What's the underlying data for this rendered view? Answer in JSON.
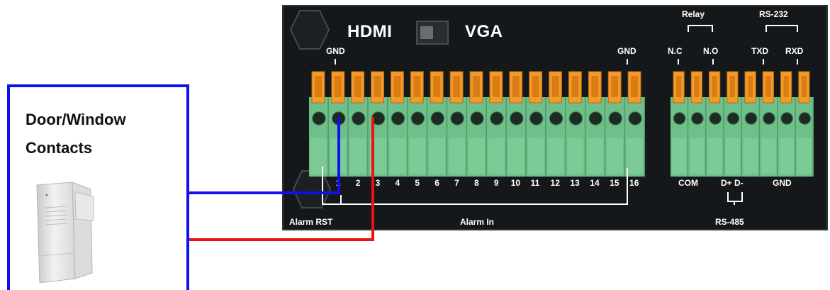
{
  "contacts": {
    "line1": "Door/Window",
    "line2": "Contacts"
  },
  "panel": {
    "hdmi": "HDMI",
    "vga": "VGA",
    "gnd_left": "GND",
    "gnd_right": "GND",
    "relay": "Relay",
    "nc": "N.C",
    "no": "N.O",
    "rs232": "RS-232",
    "txd": "TXD",
    "rxd": "RXD",
    "com": "COM",
    "dplus_dminus": "D+ D-",
    "gnd_bottom": "GND",
    "rs485": "RS-485",
    "alarm_rst": "Alarm RST",
    "alarm_in": "Alarm In",
    "alarm_numbers": [
      "1",
      "2",
      "3",
      "4",
      "5",
      "6",
      "7",
      "8",
      "9",
      "10",
      "11",
      "12",
      "13",
      "14",
      "15",
      "16"
    ]
  },
  "colors": {
    "wire_blue": "#1010ee",
    "wire_red": "#ee1111",
    "terminal_green": "#6fbf8a",
    "lever_orange": "#f39a2c",
    "panel_bg": "#15181a"
  }
}
